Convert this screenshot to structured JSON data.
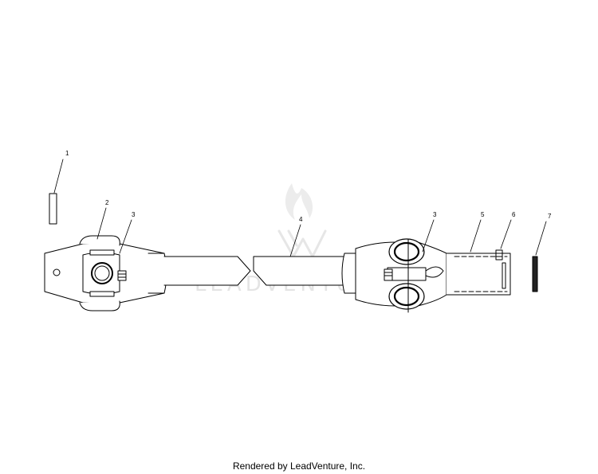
{
  "diagram": {
    "callouts": [
      {
        "id": "1",
        "label": "1"
      },
      {
        "id": "2",
        "label": "2"
      },
      {
        "id": "3a",
        "label": "3"
      },
      {
        "id": "4",
        "label": "4"
      },
      {
        "id": "3b",
        "label": "3"
      },
      {
        "id": "5",
        "label": "5"
      },
      {
        "id": "6",
        "label": "6"
      },
      {
        "id": "7",
        "label": "7"
      }
    ]
  },
  "watermark": {
    "text": "LEADVENTURE"
  },
  "footer": {
    "text": "Rendered by LeadVenture, Inc."
  }
}
